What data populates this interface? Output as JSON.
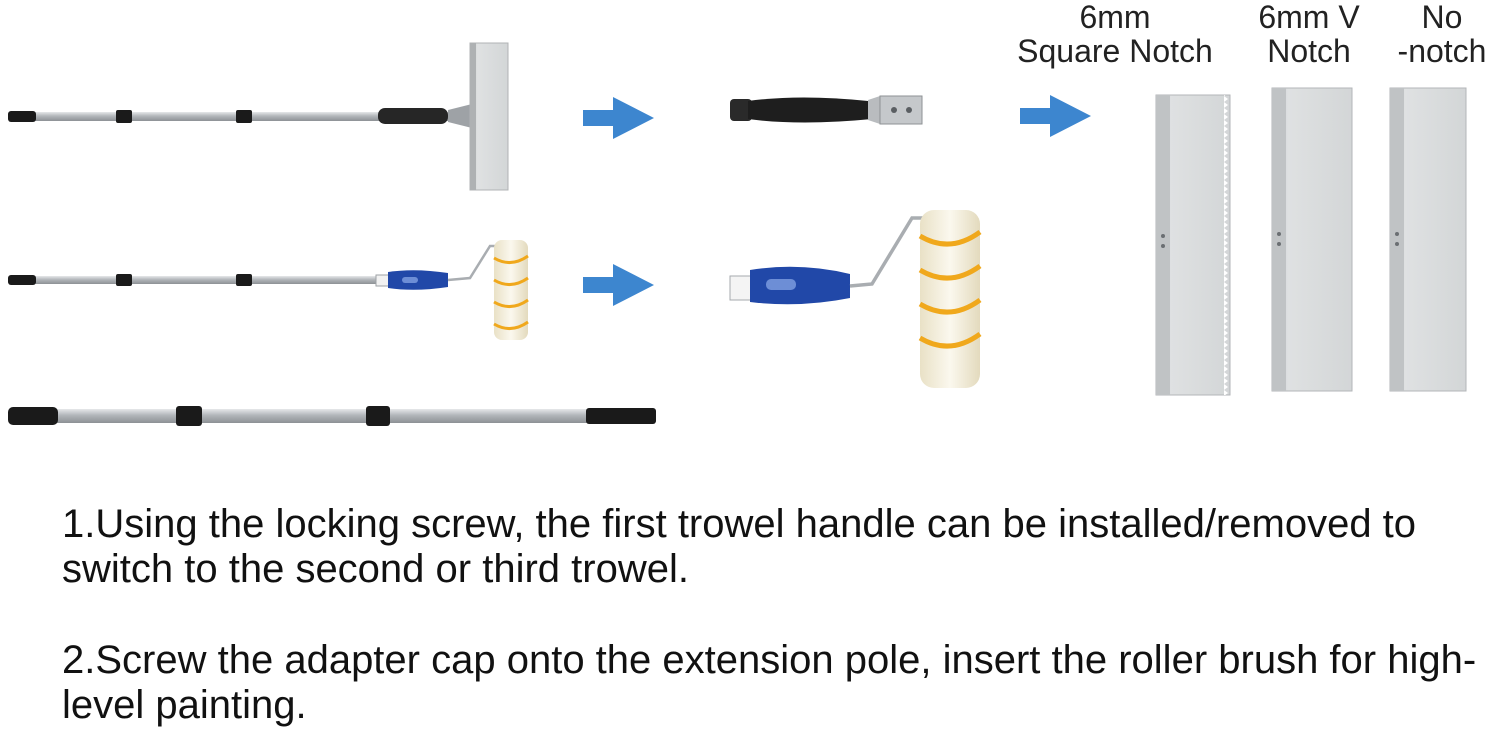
{
  "trowels": {
    "square_notch": {
      "line1": "6mm",
      "line2": "Square Notch"
    },
    "v_notch": {
      "line1": "6mm V",
      "line2": "Notch"
    },
    "no_notch": {
      "line1": "No",
      "line2": "-notch"
    }
  },
  "instructions": [
    "1.Using the locking screw, the first trowel handle can be installed/removed to switch to the second or third trowel.",
    "2.Screw the adapter cap onto the extension pole, insert the roller brush for high-level painting."
  ],
  "colors": {
    "arrow": "#3d86cf",
    "pole_silver": "#b8bcc0",
    "pole_black": "#1a1a1a",
    "handle_blue": "#2148a8",
    "roller_cream": "#f6f0dc",
    "roller_stripe": "#f0a81c",
    "blade": "#d7d9da"
  },
  "icons": [
    "arrow-right-icon"
  ]
}
